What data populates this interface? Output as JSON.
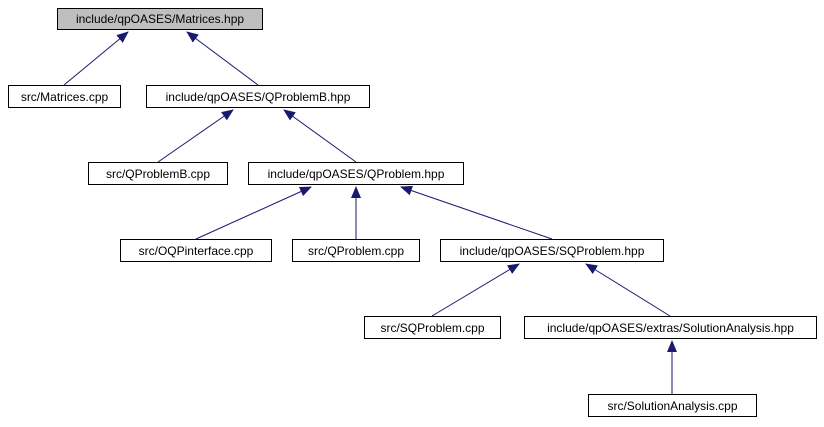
{
  "diagram": {
    "type": "include-dependency-graph",
    "title_node": "include/qpOASES/Matrices.hpp",
    "colors": {
      "edge": "#191970",
      "node_border": "#000000",
      "node_fill": "#ffffff",
      "highlight_fill": "#bfbfbf",
      "background": "#ffffff",
      "text": "#000000"
    },
    "nodes": [
      {
        "id": "matrices_hpp",
        "label": "include/qpOASES/Matrices.hpp",
        "highlighted": true
      },
      {
        "id": "matrices_cpp",
        "label": "src/Matrices.cpp",
        "highlighted": false
      },
      {
        "id": "qproblemb_hpp",
        "label": "include/qpOASES/QProblemB.hpp",
        "highlighted": false
      },
      {
        "id": "qproblemb_cpp",
        "label": "src/QProblemB.cpp",
        "highlighted": false
      },
      {
        "id": "qproblem_hpp",
        "label": "include/qpOASES/QProblem.hpp",
        "highlighted": false
      },
      {
        "id": "oqpinterface_cpp",
        "label": "src/OQPinterface.cpp",
        "highlighted": false
      },
      {
        "id": "qproblem_cpp",
        "label": "src/QProblem.cpp",
        "highlighted": false
      },
      {
        "id": "sqproblem_hpp",
        "label": "include/qpOASES/SQProblem.hpp",
        "highlighted": false
      },
      {
        "id": "sqproblem_cpp",
        "label": "src/SQProblem.cpp",
        "highlighted": false
      },
      {
        "id": "solutionanalysis_hpp",
        "label": "include/qpOASES/extras/SolutionAnalysis.hpp",
        "highlighted": false
      },
      {
        "id": "solutionanalysis_cpp",
        "label": "src/SolutionAnalysis.cpp",
        "highlighted": false
      }
    ],
    "edges": [
      {
        "from": "matrices_cpp",
        "to": "matrices_hpp"
      },
      {
        "from": "qproblemb_hpp",
        "to": "matrices_hpp"
      },
      {
        "from": "qproblemb_cpp",
        "to": "qproblemb_hpp"
      },
      {
        "from": "qproblem_hpp",
        "to": "qproblemb_hpp"
      },
      {
        "from": "oqpinterface_cpp",
        "to": "qproblem_hpp"
      },
      {
        "from": "qproblem_cpp",
        "to": "qproblem_hpp"
      },
      {
        "from": "sqproblem_hpp",
        "to": "qproblem_hpp"
      },
      {
        "from": "sqproblem_cpp",
        "to": "sqproblem_hpp"
      },
      {
        "from": "solutionanalysis_hpp",
        "to": "sqproblem_hpp"
      },
      {
        "from": "solutionanalysis_cpp",
        "to": "solutionanalysis_hpp"
      }
    ]
  }
}
